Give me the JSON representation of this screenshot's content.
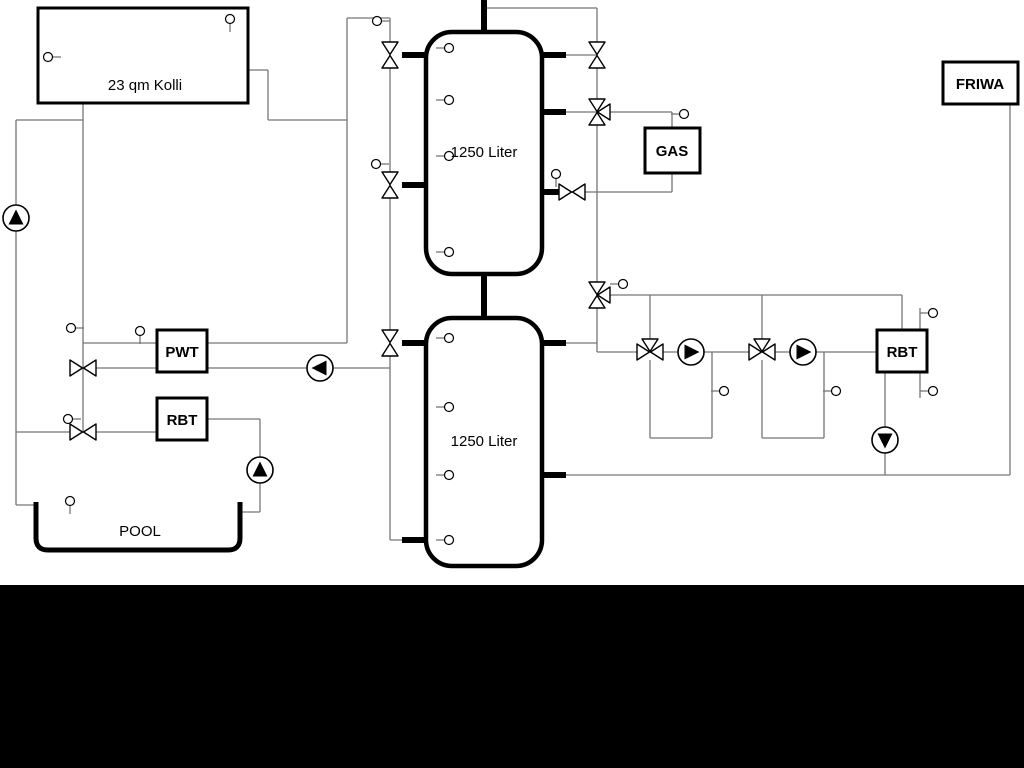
{
  "labels": {
    "collector": "23 qm Kolli",
    "tank_top": "1250 Liter",
    "tank_bottom": "1250 Liter",
    "gas": "GAS",
    "friwa": "FRIWA",
    "pwt": "PWT",
    "rbt_left": "RBT",
    "rbt_right": "RBT",
    "pool": "POOL"
  },
  "colors": {
    "background": "#ffffff",
    "footer": "#000000",
    "pipe": "#767676",
    "outline": "#000000"
  }
}
